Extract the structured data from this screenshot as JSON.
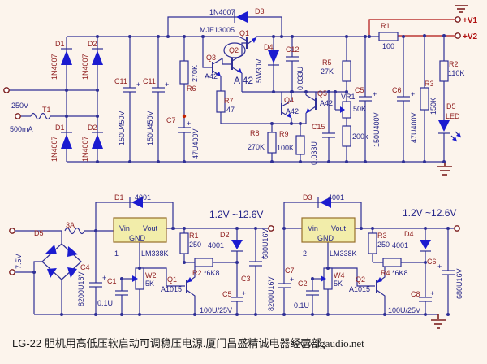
{
  "footer": {
    "title": "LG-22 胆机用高低压软启动可调稳压电源.厦门昌盛精诚电器经营部。",
    "url": "www.lgaudio.net"
  },
  "colors": {
    "wire": "#2f2f96",
    "value_text": "#232388",
    "designator_text": "#8f1e1e",
    "output_wire": "#b01010",
    "ground": "#7d1f1f",
    "diode_fill": "#1b1bd0",
    "regulator_fill": "#f2edaa"
  },
  "hv": {
    "input": {
      "voltage": "250V",
      "current": "500mA",
      "fuse": "T1"
    },
    "plus": "+",
    "d1": {
      "ref": "D1",
      "val": "1N4007"
    },
    "d2": {
      "ref": "D2",
      "val": "1N4007"
    },
    "d3": {
      "ref": "D3",
      "val": "1N4007"
    },
    "d4": {
      "ref": "D4",
      "val": "5W30V"
    },
    "d5": {
      "ref": "D5",
      "val": "LED"
    },
    "q1": {
      "ref": "Q1",
      "val": "MJE13005"
    },
    "q2": {
      "ref": "Q2",
      "val": "A 42"
    },
    "q3": {
      "ref": "Q3",
      "val": "A42"
    },
    "q4": {
      "ref": "Q4",
      "val": "A42"
    },
    "q5": {
      "ref": "Q5",
      "val": "A42"
    },
    "r1": {
      "ref": "R1",
      "val": "100"
    },
    "r2": {
      "ref": "R2",
      "val": "110K"
    },
    "r3": {
      "ref": "R3",
      "val": "150K"
    },
    "r5": {
      "ref": "R5",
      "val": "27K"
    },
    "r6": {
      "ref": "R6",
      "val": "270K"
    },
    "r7": {
      "ref": "R7",
      "val": "47"
    },
    "r8": {
      "ref": "R8",
      "val": "270K"
    },
    "r9": {
      "ref": "R9",
      "val": "100K"
    },
    "vr1": {
      "ref": "VR1",
      "val": "50K",
      "series": "200k"
    },
    "c5": {
      "ref": "C5",
      "val": "150U400V"
    },
    "c6": {
      "ref": "C6",
      "val": "47U400V"
    },
    "c7": {
      "ref": "C7",
      "val": "47U400V"
    },
    "c11": {
      "ref": "C11",
      "val": "150U450V"
    },
    "c12": {
      "ref": "C12",
      "val": "0.033U"
    },
    "c15": {
      "ref": "C15",
      "val": "0.033U"
    },
    "out1": "+V1",
    "out2": "+V2"
  },
  "lv": {
    "input": {
      "voltage": "7.5V",
      "bridge": "D5",
      "fuse": "3A"
    },
    "output_range": "1.2V ~12.6V",
    "ch1": {
      "pin": "1",
      "part": "LM338K",
      "vin": "Vin",
      "vout": "Vout",
      "gnd": "GND",
      "d_in": {
        "ref": "D1",
        "val": "4001"
      },
      "d_out": {
        "ref": "D2",
        "val": "4001"
      },
      "r_adj": {
        "ref": "R1",
        "val": "250"
      },
      "r_fb": {
        "ref": "R2",
        "val": "*6K8"
      },
      "pot": {
        "ref": "W2",
        "val": "5K"
      },
      "q": {
        "ref": "Q1",
        "val": "A1015"
      },
      "c_in": {
        "ref": "C4",
        "val": "8200U16V"
      },
      "c_byp": {
        "ref": "C1",
        "val": "0.1U"
      },
      "c_soft": {
        "ref": "C5",
        "val": "100U/25V"
      },
      "c_out": {
        "ref": "C3",
        "val": "680U16V"
      }
    },
    "ch2": {
      "pin": "2",
      "part": "LM338K",
      "vin": "Vin",
      "vout": "Vout",
      "gnd": "GND",
      "d_in": {
        "ref": "D3",
        "val": "4001"
      },
      "d_out": {
        "ref": "D4",
        "val": "4001"
      },
      "r_adj": {
        "ref": "R3",
        "val": "250"
      },
      "r_fb": {
        "ref": "R4",
        "val": "*6K8"
      },
      "pot": {
        "ref": "W4",
        "val": "5K"
      },
      "q": {
        "ref": "Q2",
        "val": "A1015"
      },
      "c_in": {
        "ref": "C7",
        "val": "8200U16V"
      },
      "c_byp": {
        "ref": "C2",
        "val": "0.1U"
      },
      "c_soft": {
        "ref": "C8",
        "val": "100U/25V"
      },
      "c_out": {
        "ref": "C6",
        "val": "680U16V"
      }
    }
  }
}
